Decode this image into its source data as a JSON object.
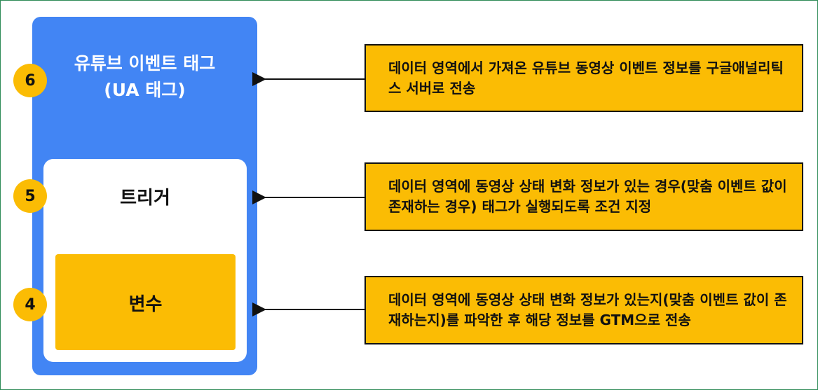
{
  "badges": [
    "6",
    "5",
    "4"
  ],
  "tag_title": "유튜브 이벤트 태그",
  "tag_subtitle": "(UA 태그)",
  "trigger_label": "트리거",
  "variable_label": "변수",
  "descriptions": [
    "데이터 영역에서 가져온 유튜브 동영상 이벤트 정보를 구글애널리틱스 서버로 전송",
    "데이터 영역에 동영상 상태 변화 정보가 있는 경우(맞춤 이벤트 값이 존재하는 경우) 태그가 실행되도록 조건 지정",
    "데이터 영역에 동영상 상태 변화 정보가 있는지(맞춤 이벤트 값이 존재하는지)를 파악한 후 해당 정보를 GTM으로 전송"
  ],
  "colors": {
    "blue": "#4285f4",
    "yellow": "#fbbc04",
    "border": "#2e8b57"
  }
}
